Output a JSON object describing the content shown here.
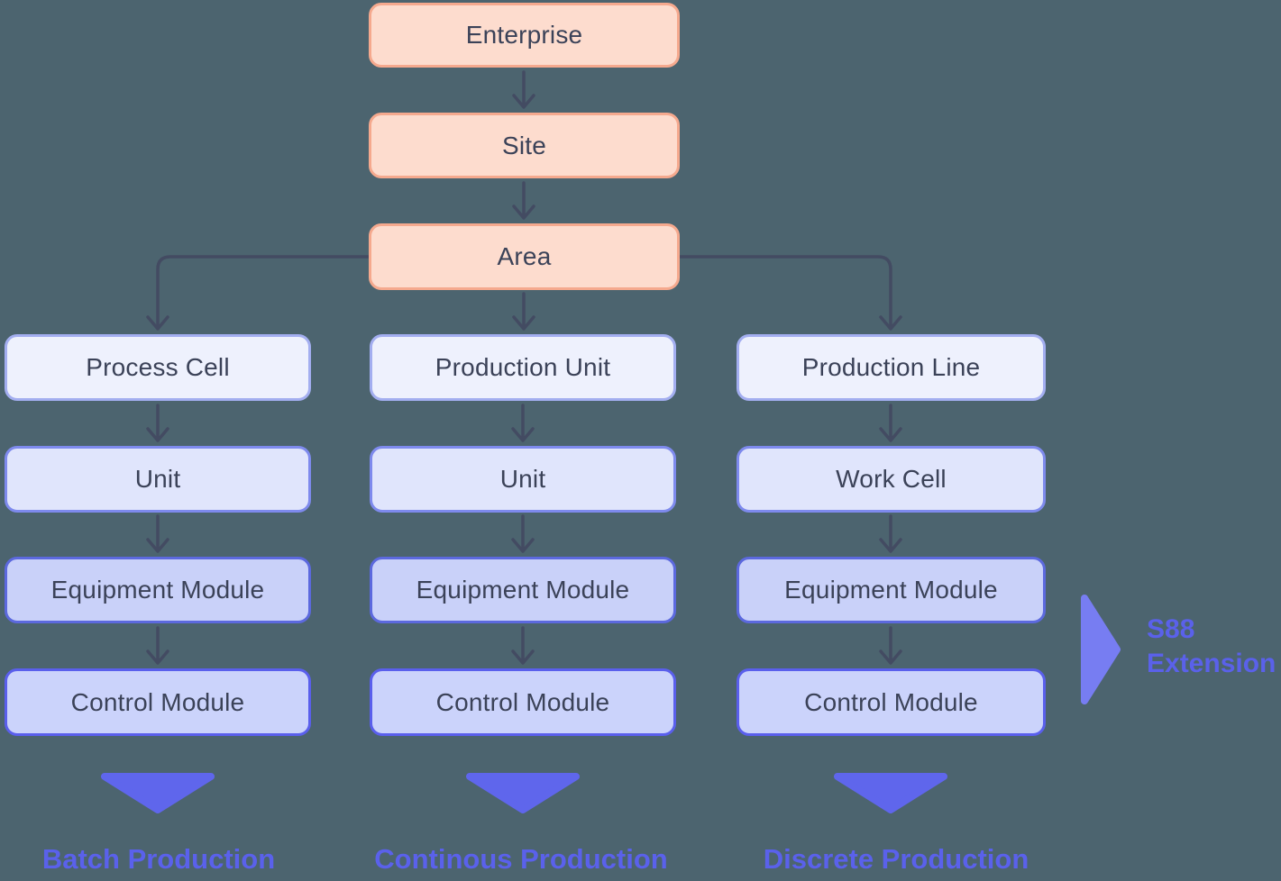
{
  "colors": {
    "background": "#4C646F",
    "orange_fill": "#FDDCCE",
    "orange_border": "#F5A98E",
    "row1_fill": "#EEF1FD",
    "row1_border": "#A3AEF0",
    "row2_fill": "#E0E5FC",
    "row2_border": "#7E8AED",
    "row3_fill": "#C9D1F9",
    "row3_border": "#5C69DE",
    "row4_fill": "#CBD3FB",
    "row4_border": "#5A5FEC",
    "connector": "#434B62",
    "down_triangle": "#5F66EC",
    "extension_triangle": "#777DF2",
    "box_text": "#3B4258",
    "accent_text": "#5A61EB"
  },
  "top_chain": [
    {
      "label": "Enterprise"
    },
    {
      "label": "Site"
    },
    {
      "label": "Area"
    }
  ],
  "columns": [
    {
      "boxes": [
        {
          "label": "Process Cell"
        },
        {
          "label": "Unit"
        },
        {
          "label": "Equipment Module"
        },
        {
          "label": "Control Module"
        }
      ],
      "footer": "Batch Production"
    },
    {
      "boxes": [
        {
          "label": "Production Unit"
        },
        {
          "label": "Unit"
        },
        {
          "label": "Equipment Module"
        },
        {
          "label": "Control Module"
        }
      ],
      "footer": "Continous Production"
    },
    {
      "boxes": [
        {
          "label": "Production Line"
        },
        {
          "label": "Work Cell"
        },
        {
          "label": "Equipment Module"
        },
        {
          "label": "Control Module"
        }
      ],
      "footer": "Discrete Production"
    }
  ],
  "extension": {
    "line1": "S88",
    "line2": "Extension"
  }
}
